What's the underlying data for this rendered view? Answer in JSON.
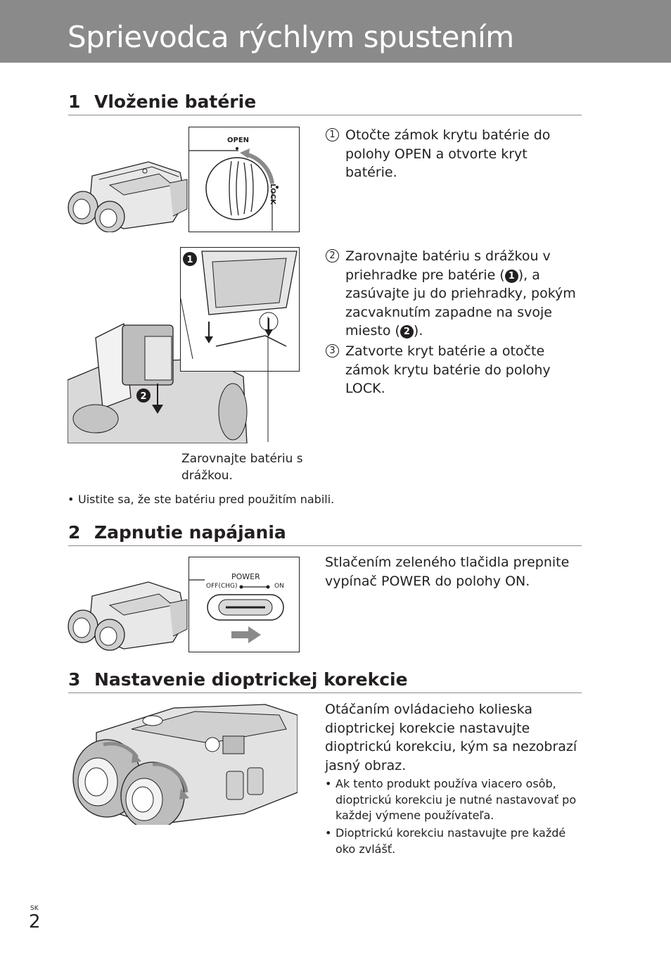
{
  "page": {
    "title": "Sprievodca rýchlym spustením",
    "lang_code": "SK",
    "page_number": "2"
  },
  "section1": {
    "number": "1",
    "title": "Vloženie batérie",
    "steps": [
      {
        "marker": "1",
        "text": "Otočte zámok krytu batérie do polohy OPEN a otvorte kryt batérie."
      },
      {
        "marker": "2",
        "text_a": "Zarovnajte batériu s drážkou v priehradke pre batérie (",
        "ref1": "1",
        "text_b": "), a zasúvajte ju do priehradky, pokým zacvaknutím zapadne na svoje miesto (",
        "ref2": "2",
        "text_c": ")."
      },
      {
        "marker": "3",
        "text": "Zatvorte kryt batérie a otočte zámok krytu batérie do polohy LOCK."
      }
    ],
    "figure_labels": {
      "open": "OPEN",
      "lock": "LOCK",
      "callout1": "1",
      "callout2": "2"
    },
    "caption": "Zarovnajte batériu s drážkou.",
    "note": "Uistite sa, že ste batériu pred použitím nabili."
  },
  "section2": {
    "number": "2",
    "title": "Zapnutie napájania",
    "text": "Stlačením zeleného tlačidla prepnite vypínač POWER do polohy ON.",
    "figure_labels": {
      "power": "POWER",
      "off": "OFF(CHG)",
      "on": "ON"
    }
  },
  "section3": {
    "number": "3",
    "title": "Nastavenie dioptrickej korekcie",
    "text": "Otáčaním ovládacieho kolieska dioptrickej korekcie nastavujte dioptrickú korekciu, kým sa nezobrazí jasný obraz.",
    "bullets": [
      "Ak tento produkt používa viacero osôb, dioptrickú korekciu je nutné nastavovať po každej výmene používateľa.",
      "Dioptrickú korekciu nastavujte pre každé oko zvlášť."
    ]
  },
  "colors": {
    "banner": "#8a8a8a",
    "text": "#231f20"
  },
  "icons": [
    "binoculars-illustration",
    "battery-lock-dial-icon",
    "battery-illustration",
    "power-switch-icon",
    "arrow-right-icon",
    "rotate-arrow-icon"
  ]
}
